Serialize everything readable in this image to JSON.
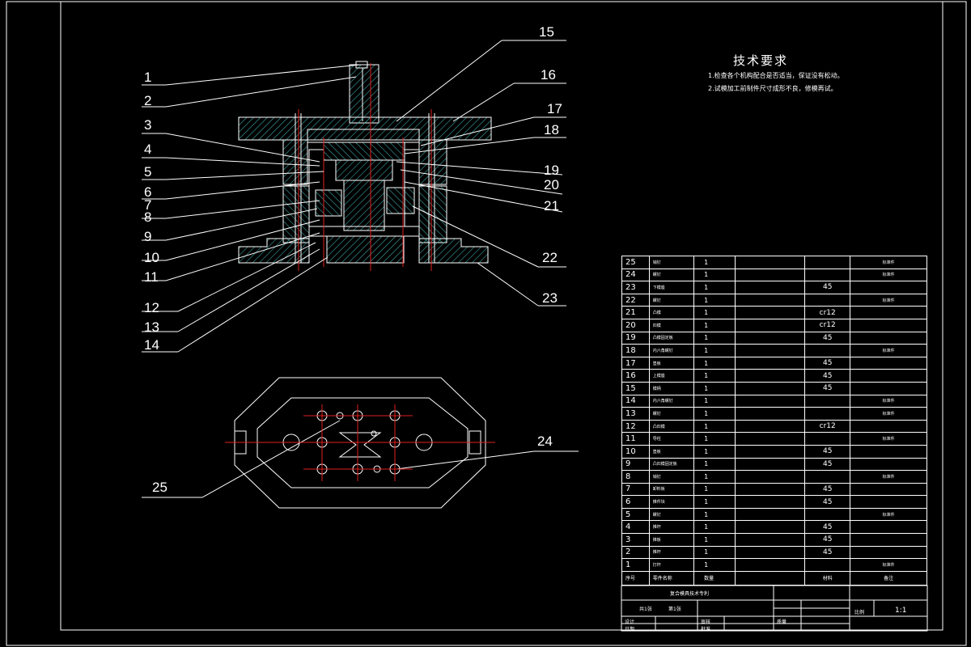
{
  "callouts": [
    "1",
    "2",
    "3",
    "4",
    "5",
    "6",
    "7",
    "8",
    "9",
    "10",
    "11",
    "12",
    "13",
    "14",
    "15",
    "16",
    "17",
    "18",
    "19",
    "20",
    "21",
    "22",
    "23",
    "24",
    "25"
  ],
  "tech_requirements": {
    "title": "技术要求",
    "items": [
      "1.检查各个机构配合是否适当，保证没有松动。",
      "2.试模加工前制件尺寸成形不良，修模再试。"
    ]
  },
  "bom": {
    "rows": [
      {
        "no": "25",
        "name": "销钉",
        "qty": "1",
        "material": "",
        "note": "标准件"
      },
      {
        "no": "24",
        "name": "螺钉",
        "qty": "1",
        "material": "",
        "note": "标准件"
      },
      {
        "no": "23",
        "name": "下模座",
        "qty": "1",
        "material": "45",
        "note": ""
      },
      {
        "no": "22",
        "name": "螺钉",
        "qty": "1",
        "material": "",
        "note": "标准件"
      },
      {
        "no": "21",
        "name": "凸模",
        "qty": "1",
        "material": "cr12",
        "note": ""
      },
      {
        "no": "20",
        "name": "凹模",
        "qty": "1",
        "material": "cr12",
        "note": ""
      },
      {
        "no": "19",
        "name": "凸模固定板",
        "qty": "1",
        "material": "45",
        "note": ""
      },
      {
        "no": "18",
        "name": "内六角螺钉",
        "qty": "1",
        "material": "",
        "note": "标准件"
      },
      {
        "no": "17",
        "name": "垫板",
        "qty": "1",
        "material": "45",
        "note": ""
      },
      {
        "no": "16",
        "name": "上模座",
        "qty": "1",
        "material": "45",
        "note": ""
      },
      {
        "no": "15",
        "name": "模柄",
        "qty": "1",
        "material": "45",
        "note": ""
      },
      {
        "no": "14",
        "name": "内六角螺钉",
        "qty": "1",
        "material": "",
        "note": "标准件"
      },
      {
        "no": "13",
        "name": "螺钉",
        "qty": "1",
        "material": "",
        "note": "标准件"
      },
      {
        "no": "12",
        "name": "凸凹模",
        "qty": "1",
        "material": "cr12",
        "note": ""
      },
      {
        "no": "11",
        "name": "导柱",
        "qty": "1",
        "material": "",
        "note": "标准件"
      },
      {
        "no": "10",
        "name": "垫板",
        "qty": "1",
        "material": "45",
        "note": ""
      },
      {
        "no": "9",
        "name": "凸凹模固定板",
        "qty": "1",
        "material": "45",
        "note": ""
      },
      {
        "no": "8",
        "name": "销钉",
        "qty": "1",
        "material": "",
        "note": "标准件"
      },
      {
        "no": "7",
        "name": "卸料板",
        "qty": "1",
        "material": "45",
        "note": ""
      },
      {
        "no": "6",
        "name": "推件块",
        "qty": "1",
        "material": "45",
        "note": ""
      },
      {
        "no": "5",
        "name": "螺钉",
        "qty": "1",
        "material": "",
        "note": "标准件"
      },
      {
        "no": "4",
        "name": "推杆",
        "qty": "1",
        "material": "45",
        "note": ""
      },
      {
        "no": "3",
        "name": "推板",
        "qty": "1",
        "material": "45",
        "note": ""
      },
      {
        "no": "2",
        "name": "推杆",
        "qty": "1",
        "material": "45",
        "note": ""
      },
      {
        "no": "1",
        "name": "打杆",
        "qty": "1",
        "material": "",
        "note": "标准件"
      }
    ],
    "header": {
      "no": "序号",
      "name": "零件名称",
      "qty": "数量",
      "material": "材料",
      "note": "备注"
    }
  },
  "title_block": {
    "name": "复合模具技术专利",
    "sheets_total": "共1张",
    "sheet_no": "第1张",
    "design": "设计",
    "check": "审核",
    "date": "日期",
    "approve": "批准",
    "mass": "质量",
    "scale_label": "比例",
    "scale_value": "1:1"
  }
}
